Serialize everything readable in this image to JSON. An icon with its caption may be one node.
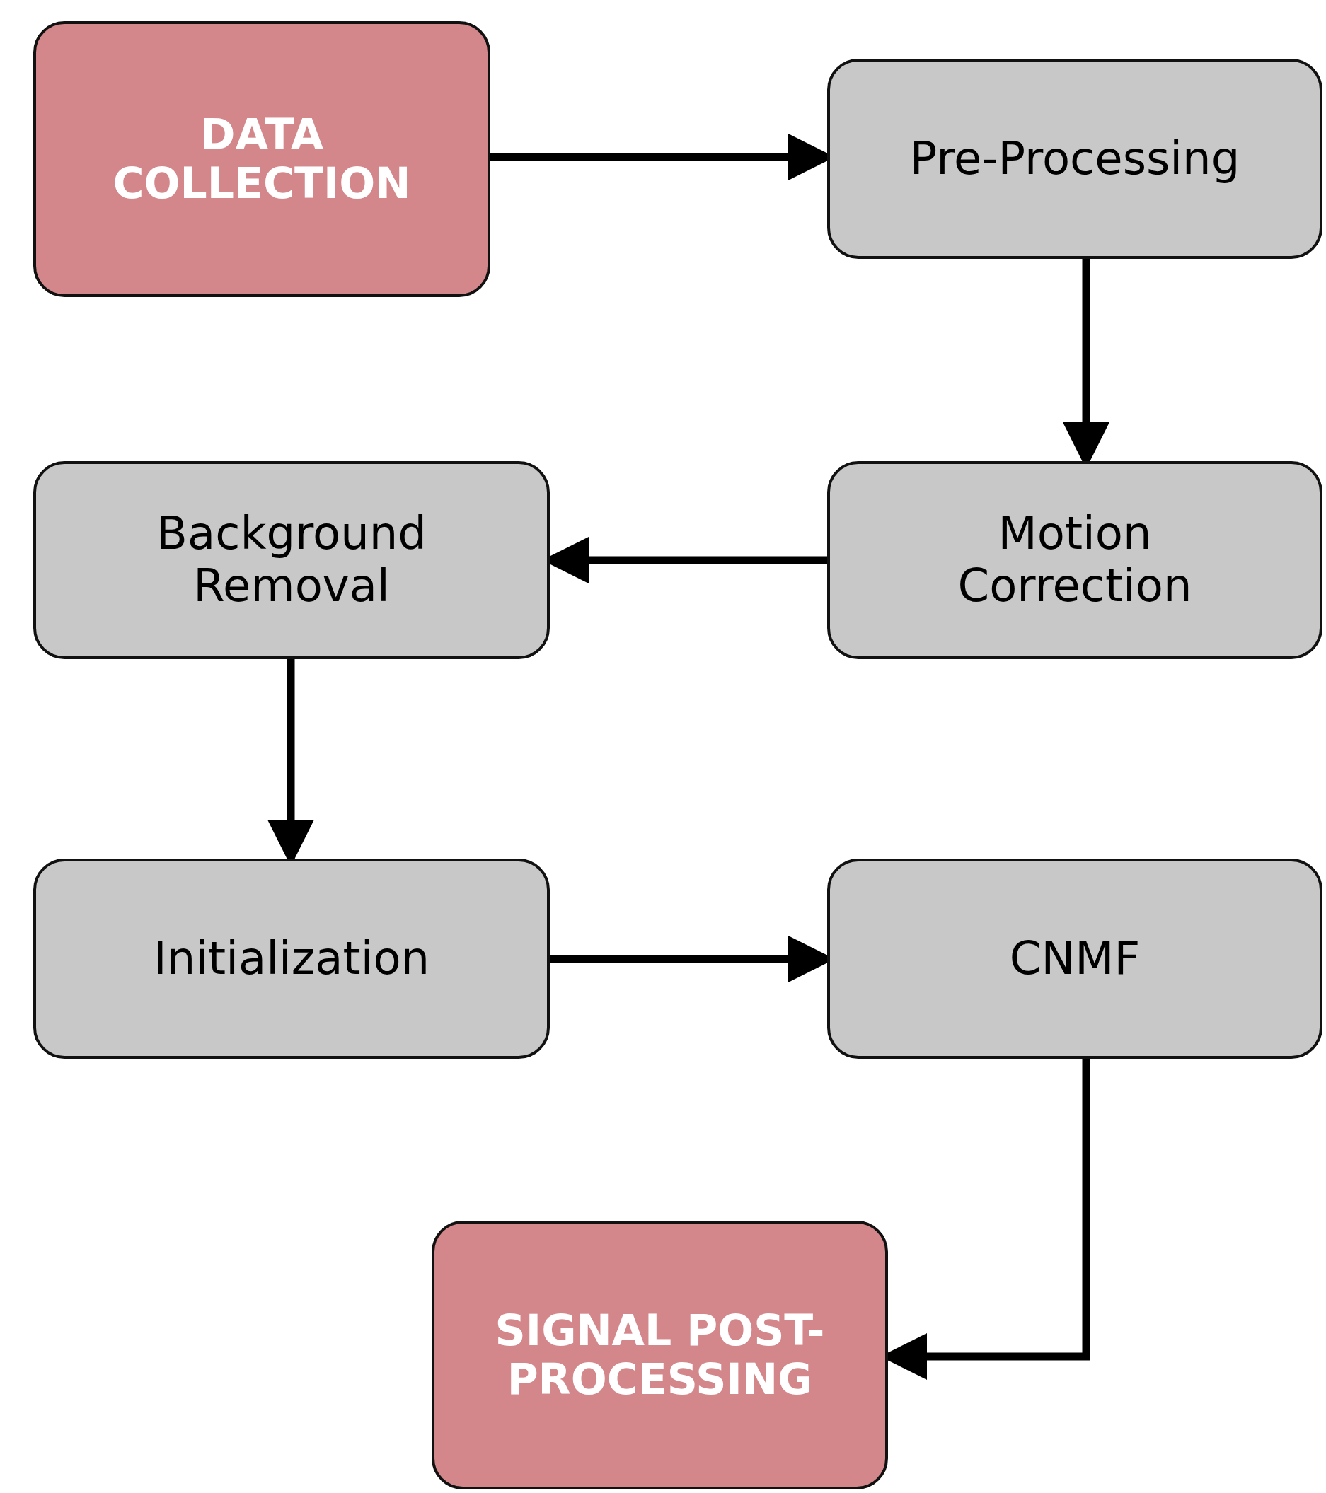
{
  "diagram": {
    "nodes": [
      {
        "text": [
          "DATA COLLECTION"
        ]
      },
      {
        "text": [
          "Pre-Processing"
        ]
      },
      {
        "text": [
          "Motion Correction"
        ]
      },
      {
        "text": [
          "Background Removal"
        ]
      },
      {
        "text": [
          "Initialization"
        ]
      },
      {
        "text": [
          "CNMF"
        ]
      },
      {
        "text": [
          "SIGNAL POST-PROCESSING"
        ]
      }
    ],
    "edges": [
      {
        "from": 0,
        "to": 1,
        "arrow": "to"
      },
      {
        "from": 1,
        "to": 2,
        "arrow": "to"
      },
      {
        "from": 2,
        "to": 3,
        "arrow": "to"
      },
      {
        "from": 3,
        "to": 4,
        "arrow": "to"
      },
      {
        "from": 4,
        "to": 5,
        "arrow": "to"
      },
      {
        "from": 5,
        "to": 6,
        "arrow": "to"
      }
    ]
  }
}
